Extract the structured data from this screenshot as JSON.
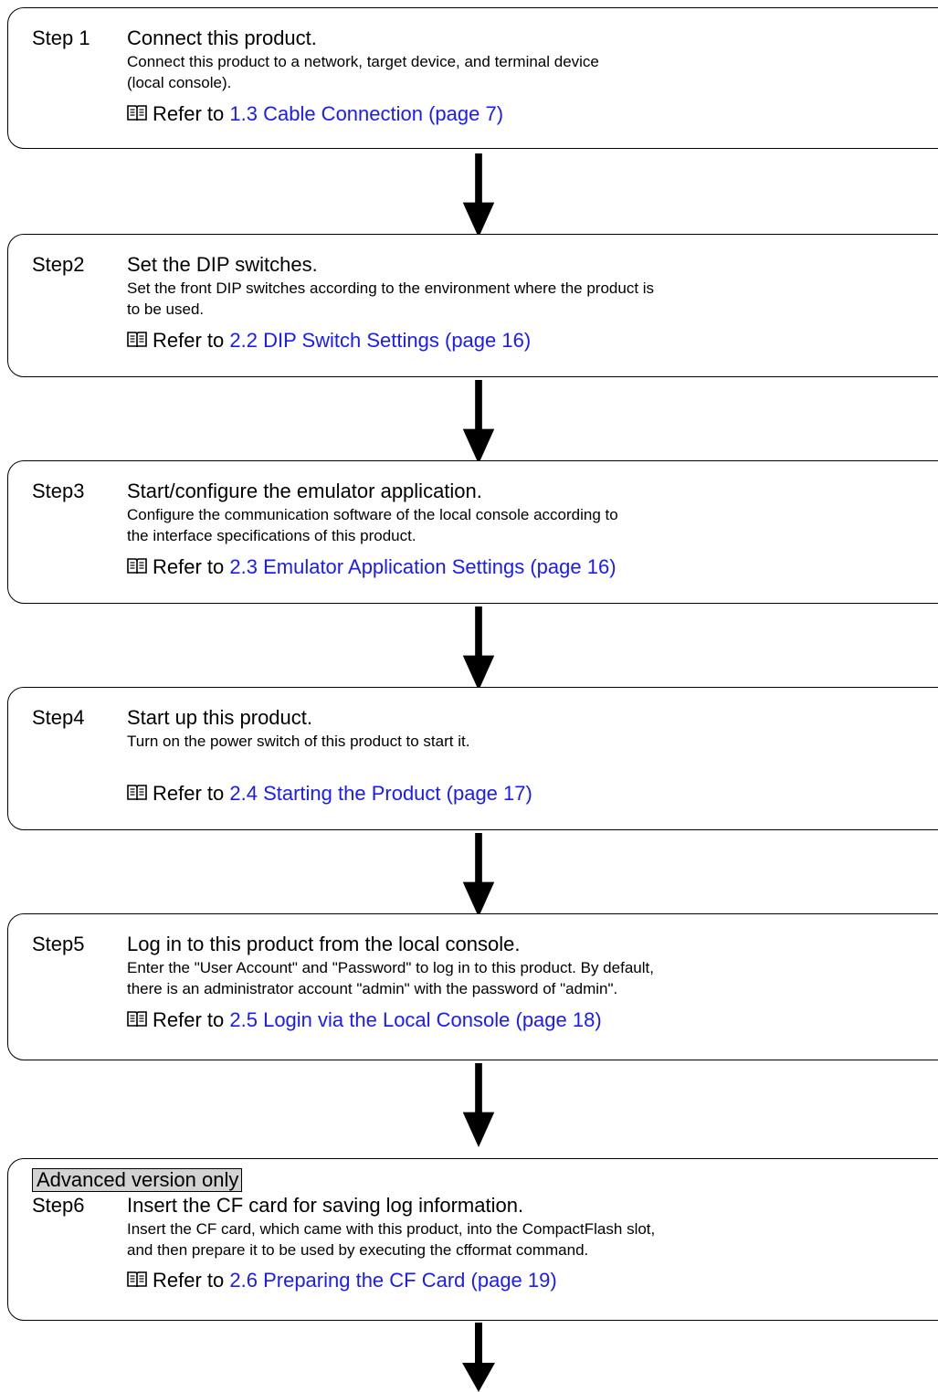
{
  "steps": [
    {
      "label": "Step 1",
      "title": "Connect this product.",
      "description": [
        "Connect this product to a network, target device, and terminal device",
        "(local console)."
      ],
      "ref_prefix": "Refer to",
      "ref_link": "1.3 Cable Connection (page 7)"
    },
    {
      "label": "Step2",
      "title": "Set the DIP switches.",
      "description": [
        "Set the front DIP switches according to the environment where the product is",
        "to be used."
      ],
      "ref_prefix": "Refer to",
      "ref_link": "2.2 DIP Switch Settings (page 16)"
    },
    {
      "label": "Step3",
      "title": "Start/configure the emulator application.",
      "description": [
        "Configure the communication software of the local console according to",
        "the interface specifications of this product."
      ],
      "ref_prefix": "Refer to",
      "ref_link": "2.3 Emulator Application Settings (page 16)"
    },
    {
      "label": "Step4",
      "title": "Start up this product.",
      "description": [
        "Turn on the power switch of this product to start it."
      ],
      "ref_prefix": "Refer to",
      "ref_link": "2.4 Starting the Product (page 17)"
    },
    {
      "label": "Step5",
      "title": "Log in to this product from the local console.",
      "description": [
        "Enter the \"User Account\" and \"Password\" to log in to this product. By default,",
        "there is an administrator account \"admin\" with the password of \"admin\"."
      ],
      "ref_prefix": "Refer to",
      "ref_link": "2.5 Login via the Local Console (page 18)"
    },
    {
      "badge": "Advanced version only",
      "label": "Step6",
      "title": "Insert the CF card for saving log information.",
      "description": [
        "Insert the CF card, which came with this product, into the CompactFlash slot,",
        "and then prepare it to be used by executing the cfformat command."
      ],
      "ref_prefix": "Refer to",
      "ref_link": "2.6 Preparing the CF Card (page 19)"
    }
  ],
  "icons": {
    "reference": "book-icon",
    "flow": "down-arrow-icon"
  },
  "colors": {
    "link": "#1a1aff",
    "badge_bg": "#d3d3d3"
  }
}
